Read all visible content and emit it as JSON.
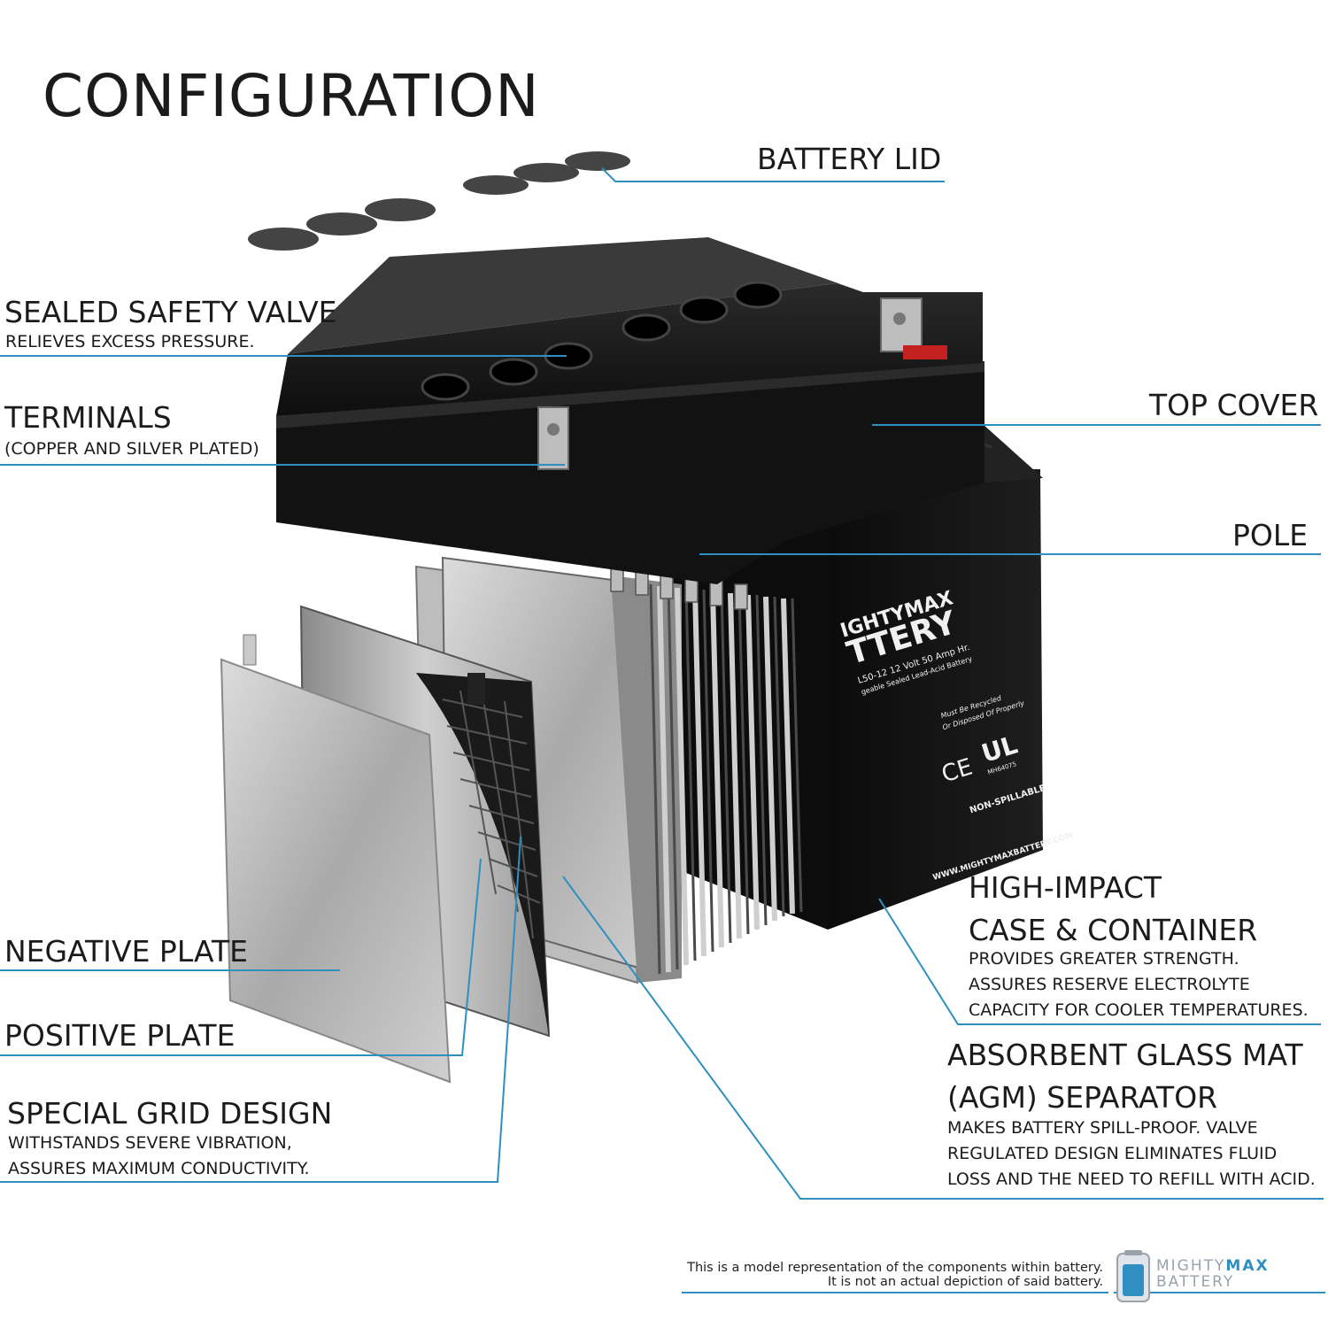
{
  "title": "CONFIGURATION",
  "labels": {
    "battery_lid": "BATTERY LID",
    "safety_valve": "SEALED SAFETY VALVE",
    "safety_valve_desc": "RELIEVES EXCESS PRESSURE.",
    "terminals": "TERMINALS",
    "terminals_desc": "(COPPER AND SILVER PLATED)",
    "top_cover": "TOP COVER",
    "pole": "POLE",
    "case_line1": "HIGH-IMPACT",
    "case_line2": "CASE & CONTAINER",
    "case_desc1": "PROVIDES GREATER STRENGTH.",
    "case_desc2": "ASSURES RESERVE ELECTROLYTE",
    "case_desc3": "CAPACITY FOR COOLER TEMPERATURES.",
    "negative_plate": "NEGATIVE PLATE",
    "positive_plate": "POSITIVE PLATE",
    "agm_line1": "ABSORBENT GLASS MAT",
    "agm_line2": "(AGM) SEPARATOR",
    "agm_desc1": "MAKES BATTERY SPILL-PROOF. VALVE",
    "agm_desc2": "REGULATED DESIGN ELIMINATES FLUID",
    "agm_desc3": "LOSS AND THE NEED TO REFILL WITH ACID.",
    "grid": "SPECIAL GRID DESIGN",
    "grid_desc1": "WITHSTANDS SEVERE VIBRATION,",
    "grid_desc2": "ASSURES MAXIMUM CONDUCTIVITY."
  },
  "battery_label": {
    "brand1": "IGHTYMAX",
    "brand2": "TTERY",
    "model": "L50-12  12 Volt 50 Amp Hr.",
    "type": "geable Sealed Lead-Acid Battery",
    "recycle1": "Must Be Recycled",
    "recycle2": "Or Disposed Of Properly",
    "ce": "CE",
    "ul": "UL",
    "ul_code": "MH64075",
    "nonspill": "NON-SPILLABLE",
    "website": "WWW.MIGHTYMAXBATTERY.COM"
  },
  "disclaimer": {
    "line1": "This is a model representation of the components within battery.",
    "line2": "It is not an actual depiction of said battery."
  },
  "logo": {
    "line1a": "MIGHTY",
    "line1b": "MAX",
    "line2": "BATTERY"
  },
  "colors": {
    "accent": "#2e8fc0",
    "case": "#141414",
    "plate": "#b7b7b7"
  }
}
